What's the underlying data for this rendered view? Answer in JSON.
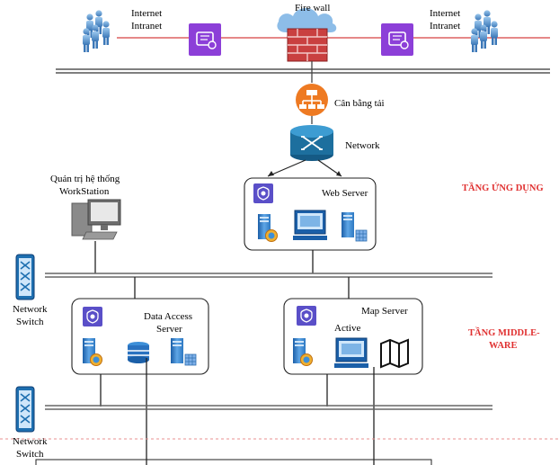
{
  "top": {
    "left_clients": [
      "Internet",
      "Intranet"
    ],
    "right_clients": [
      "Internet",
      "Intranet"
    ],
    "firewall": "Fire wall",
    "load_balancer": "Cân bằng tải",
    "network": "Network"
  },
  "admin": [
    "Quản trị hệ thống",
    "WorkStation"
  ],
  "web_server": "Web Server",
  "switch_labels": [
    "Network",
    "Switch"
  ],
  "data_access_server": [
    "Data Access",
    "Server"
  ],
  "map_server": "Map Server",
  "map_active": "Active",
  "tiers": {
    "application": "TẦNG ỨNG DỤNG",
    "middleware": [
      "TẦNG MIDDLE-",
      "WARE"
    ]
  },
  "colors": {
    "link": "#d84040",
    "tier": "#e03030",
    "api": "#8c3fd8",
    "balancer": "#ee7a22",
    "router": "#1d6f9e"
  }
}
